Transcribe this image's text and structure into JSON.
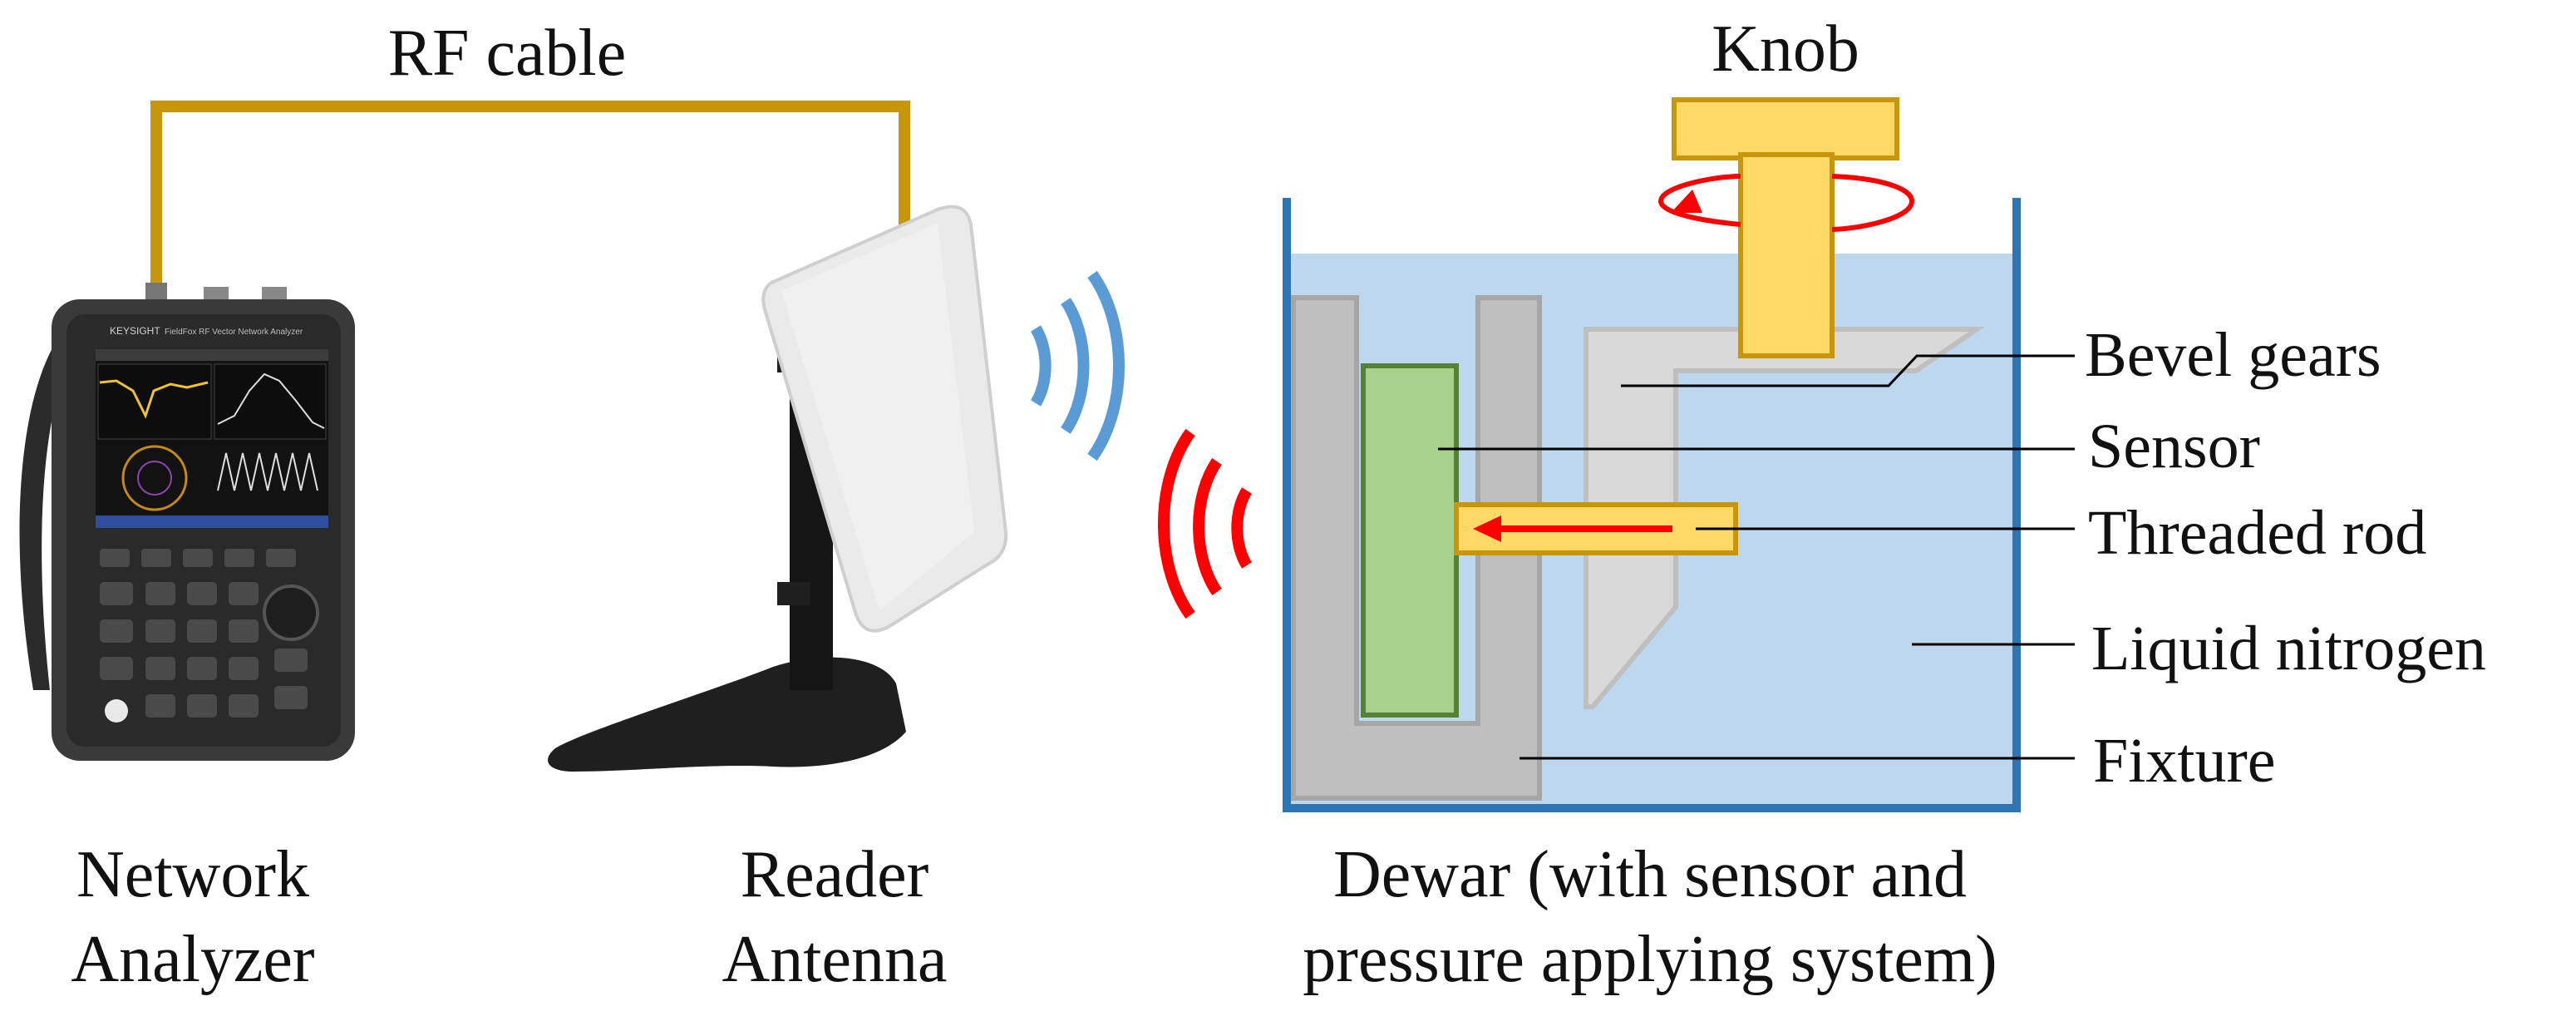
{
  "labels": {
    "rf_cable": "RF cable",
    "knob": "Knob",
    "bevel_gears": "Bevel gears",
    "sensor": "Sensor",
    "threaded_rod": "Threaded rod",
    "liquid_nitrogen": "Liquid nitrogen",
    "fixture": "Fixture",
    "network_analyzer_line1": "Network",
    "network_analyzer_line2": "Analyzer",
    "reader_antenna_line1": "Reader",
    "reader_antenna_line2": "Antenna",
    "dewar_line1": "Dewar (with sensor and",
    "dewar_line2": "pressure applying system)"
  },
  "device_text": {
    "brand": "KEYSIGHT",
    "model": "FieldFox RF Vector Network Analyzer"
  },
  "colors": {
    "cable": "#C8960A",
    "knob_fill": "#FFD966",
    "knob_stroke": "#C8960A",
    "nitrogen": "#BDD7EE",
    "dewar_wall": "#2E75B6",
    "fixture": "#BFBFBF",
    "sensor_fill": "#A9D18E",
    "sensor_stroke": "#548235",
    "wave_blue": "#5B9BD5",
    "wave_red": "#FF0000",
    "arrow": "#FF0000"
  }
}
